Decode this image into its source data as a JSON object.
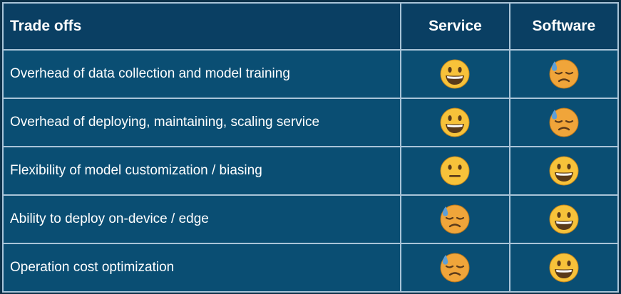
{
  "header": {
    "col1": "Trade offs",
    "col2": "Service",
    "col3": "Software"
  },
  "rows": [
    {
      "label": "Overhead of data collection and model training",
      "service": "grinning-face-icon",
      "software": "downcast-sweat-face-icon"
    },
    {
      "label": "Overhead of deploying, maintaining, scaling service",
      "service": "grinning-face-icon",
      "software": "downcast-sweat-face-icon"
    },
    {
      "label": "Flexibility of model customization / biasing",
      "service": "neutral-face-icon",
      "software": "grinning-face-icon"
    },
    {
      "label": "Ability to deploy on-device / edge",
      "service": "downcast-sweat-face-icon",
      "software": "grinning-face-icon"
    },
    {
      "label": "Operation cost optimization",
      "service": "downcast-sweat-face-icon",
      "software": "grinning-face-icon"
    }
  ],
  "colors": {
    "background": "#0c3048",
    "header_bg": "#0a3f63",
    "cell_bg": "#0a4e73",
    "border": "#a9c4d8",
    "face_yellow": "#f7c23a",
    "face_orange": "#f0a53a",
    "sweat_blue": "#5e9fd6"
  }
}
